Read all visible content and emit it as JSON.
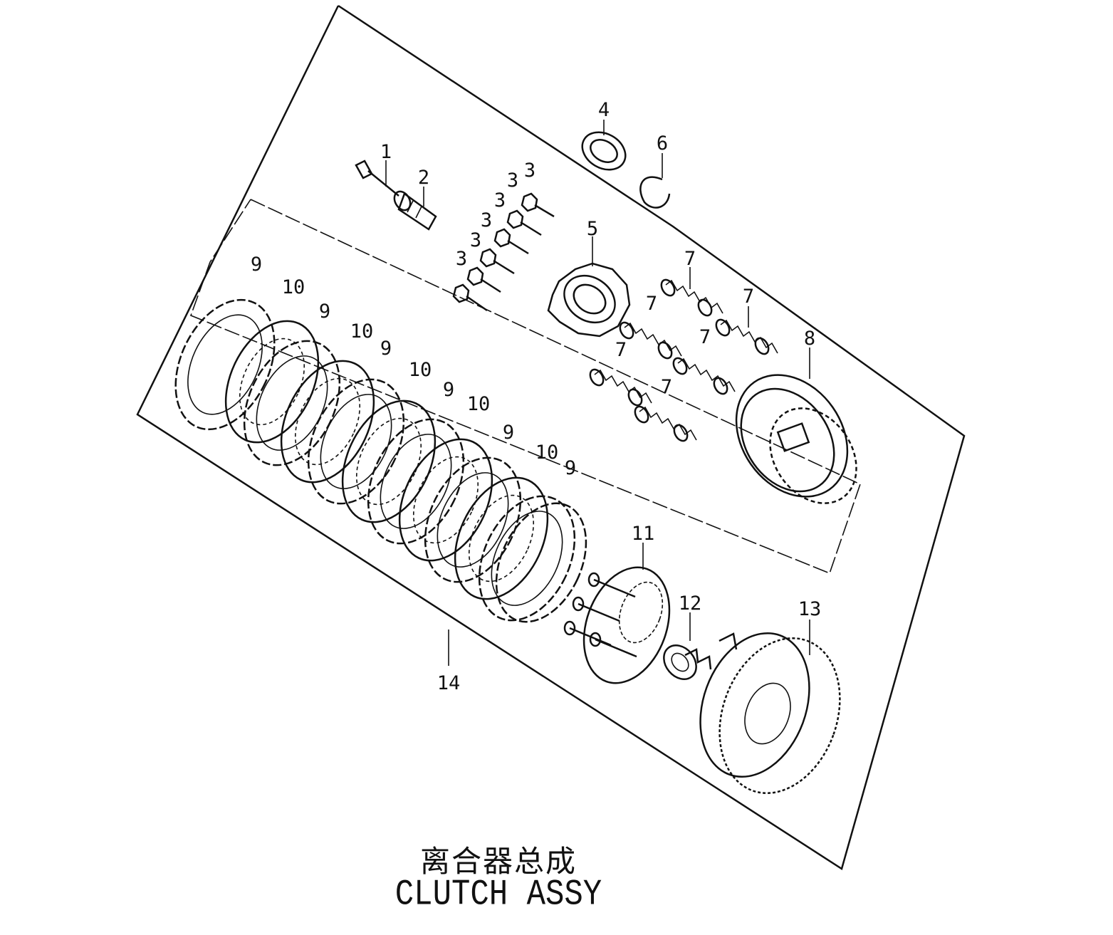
{
  "title_cn": "离合器总成",
  "title_en": "CLUTCH ASSY",
  "callouts": {
    "c1": "1",
    "c2": "2",
    "c3a": "3",
    "c3b": "3",
    "c3c": "3",
    "c3d": "3",
    "c3e": "3",
    "c3f": "3",
    "c4": "4",
    "c5": "5",
    "c6": "6",
    "c7a": "7",
    "c7b": "7",
    "c7c": "7",
    "c7d": "7",
    "c7e": "7",
    "c7f": "7",
    "c8": "8",
    "c9a": "9",
    "c9b": "9",
    "c9c": "9",
    "c9d": "9",
    "c9e": "9",
    "c9f": "9",
    "c10a": "10",
    "c10b": "10",
    "c10c": "10",
    "c10d": "10",
    "c10e": "10",
    "c11": "11",
    "c12": "12",
    "c13": "13",
    "c14": "14"
  },
  "parts": {
    "p1": "push-rod-icon",
    "p2": "lifter-piece-icon",
    "p3": "bolt-icon",
    "p4": "bearing-icon",
    "p5": "pressure-plate-icon",
    "p6": "circlip-icon",
    "p7": "spring-icon",
    "p8": "clutch-hub-icon",
    "p9": "friction-disc-icon",
    "p10": "steel-plate-icon",
    "p11": "drive-plate-icon",
    "p12": "lock-washer-icon",
    "p13": "clutch-outer-icon",
    "p14": "disc-set-bracket-icon"
  }
}
